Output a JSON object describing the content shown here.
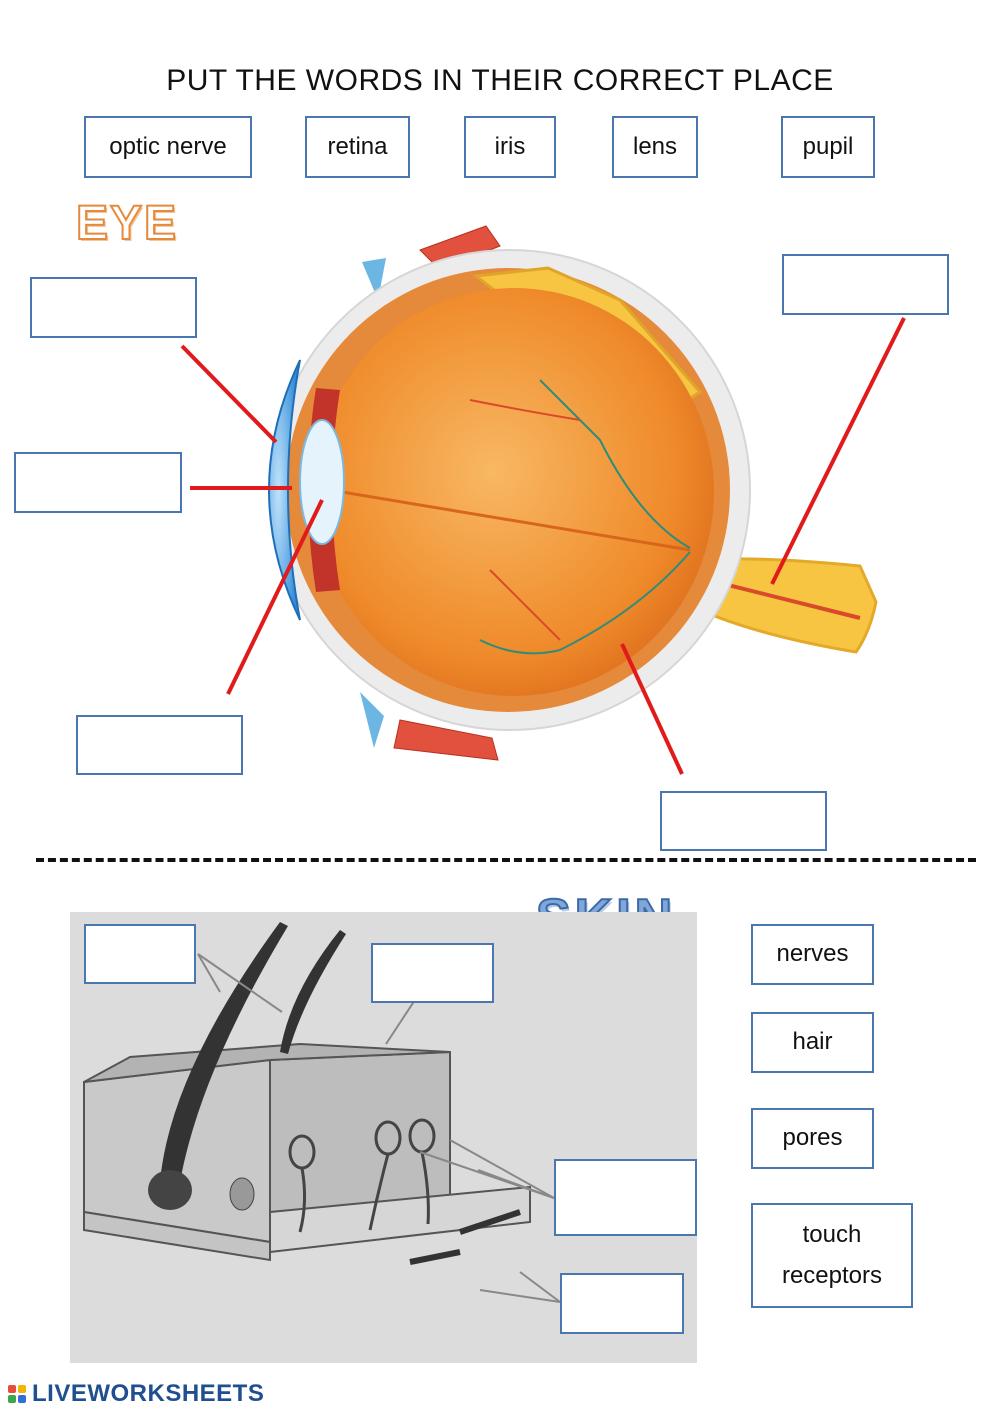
{
  "title": "PUT THE WORDS IN THEIR CORRECT PLACE",
  "eye": {
    "heading": "EYE",
    "word_bank": [
      "optic nerve",
      "retina",
      "iris",
      "lens",
      "pupil"
    ]
  },
  "skin": {
    "heading": "SKIN",
    "word_bank": [
      "nerves",
      "hair",
      "pores",
      "touch receptors"
    ]
  },
  "brand": "LIVEWORKSHEETS",
  "colors": {
    "box_border": "#4a77b0",
    "leader_line": "#e11b1b",
    "eye_orange": "#ef8a2a"
  }
}
